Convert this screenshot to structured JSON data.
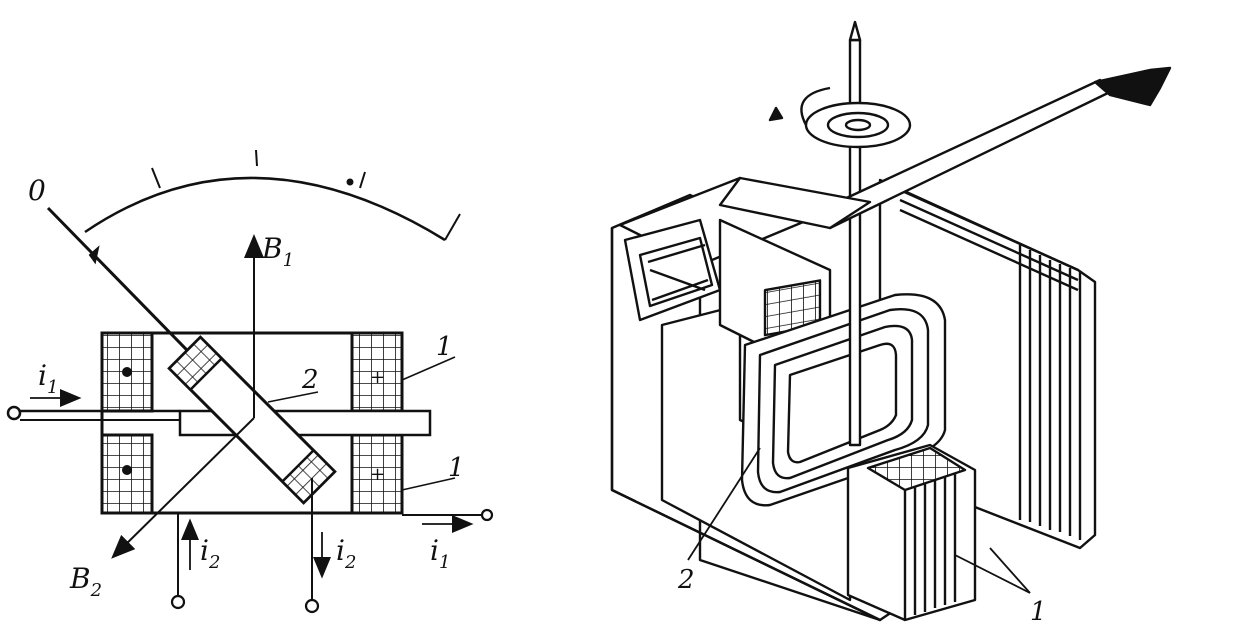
{
  "schematic": {
    "zero_mark": "0",
    "b1": {
      "main": "B",
      "sub": "1"
    },
    "b2": {
      "main": "B",
      "sub": "2"
    },
    "i1_left": {
      "main": "i",
      "sub": "1"
    },
    "i1_right": {
      "main": "i",
      "sub": "1"
    },
    "i2_left": {
      "main": "i",
      "sub": "2"
    },
    "i2_right": {
      "main": "i",
      "sub": "2"
    },
    "label_1_top": "1",
    "label_1_bottom": "1",
    "label_2": "2",
    "coil_plus_top": "+",
    "coil_plus_bottom": "+"
  },
  "perspective": {
    "label_2": "2",
    "label_1": "1"
  },
  "colors": {
    "ink": "#111111",
    "paper": "#ffffff",
    "shade": "#d8d8d8"
  }
}
